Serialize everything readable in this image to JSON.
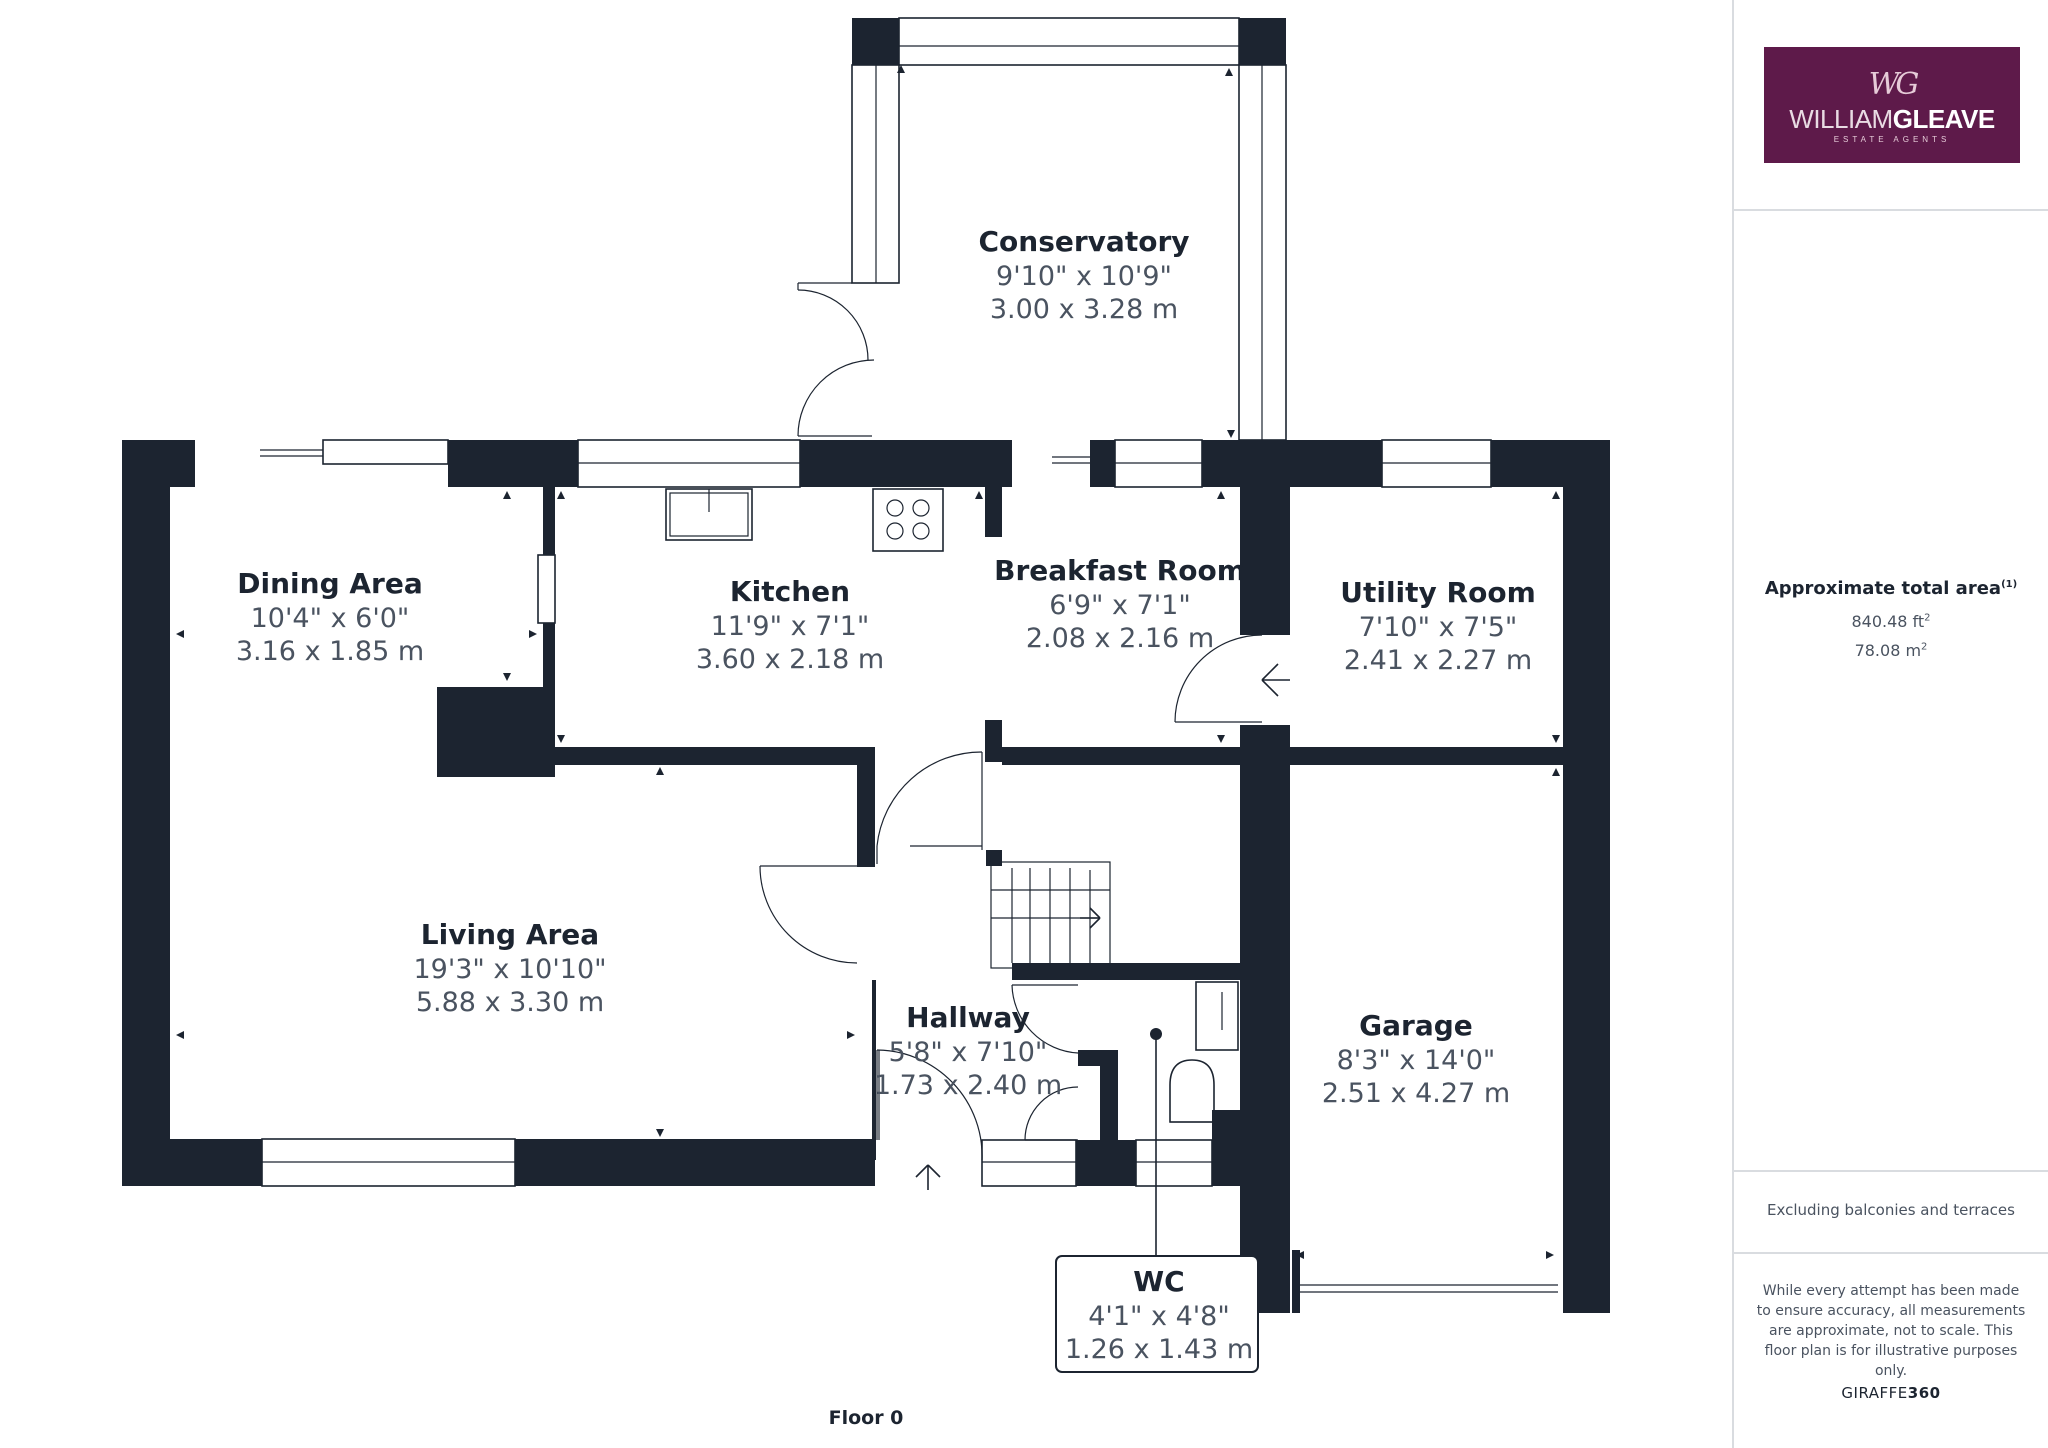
{
  "rooms": {
    "conservatory": {
      "name": "Conservatory",
      "imperial": "9'10\" x 10'9\"",
      "metric": "3.00 x 3.28 m"
    },
    "dining": {
      "name": "Dining Area",
      "imperial": "10'4\" x 6'0\"",
      "metric": "3.16 x 1.85 m"
    },
    "kitchen": {
      "name": "Kitchen",
      "imperial": "11'9\" x 7'1\"",
      "metric": "3.60 x 2.18 m"
    },
    "breakfast": {
      "name": "Breakfast Room",
      "imperial": "6'9\" x 7'1\"",
      "metric": "2.08 x 2.16 m"
    },
    "utility": {
      "name": "Utility Room",
      "imperial": "7'10\" x 7'5\"",
      "metric": "2.41 x 2.27 m"
    },
    "living": {
      "name": "Living Area",
      "imperial": "19'3\" x 10'10\"",
      "metric": "5.88 x 3.30 m"
    },
    "hallway": {
      "name": "Hallway",
      "imperial": "5'8\" x 7'10\"",
      "metric": "1.73 x 2.40 m"
    },
    "garage": {
      "name": "Garage",
      "imperial": "8'3\" x 14'0\"",
      "metric": "2.51 x 4.27 m"
    },
    "wc": {
      "name": "WC",
      "imperial": "4'1\" x 4'8\"",
      "metric": "1.26 x 1.43 m"
    }
  },
  "floor_label": "Floor 0",
  "panel": {
    "logo": {
      "monogram": "WG",
      "brand_left": "WILLIAM",
      "brand_right": "GLEAVE",
      "subtitle": "ESTATE AGENTS"
    },
    "area_title": "Approximate total area",
    "area_note_mark": "(1)",
    "area_ft_value": "840.48 ft",
    "area_m_value": "78.08 m",
    "area_sq": "2",
    "excluding": "Excluding balconies and terraces",
    "disclaimer": "While every attempt has been made to ensure accuracy, all measurements are approximate, not to scale. This floor plan is for illustrative purposes only.",
    "credit_left": "GIRAFFE",
    "credit_right": "360"
  },
  "colors": {
    "wall": "#1c2430",
    "brand": "#5e1a4a",
    "text": "#4a5360"
  }
}
